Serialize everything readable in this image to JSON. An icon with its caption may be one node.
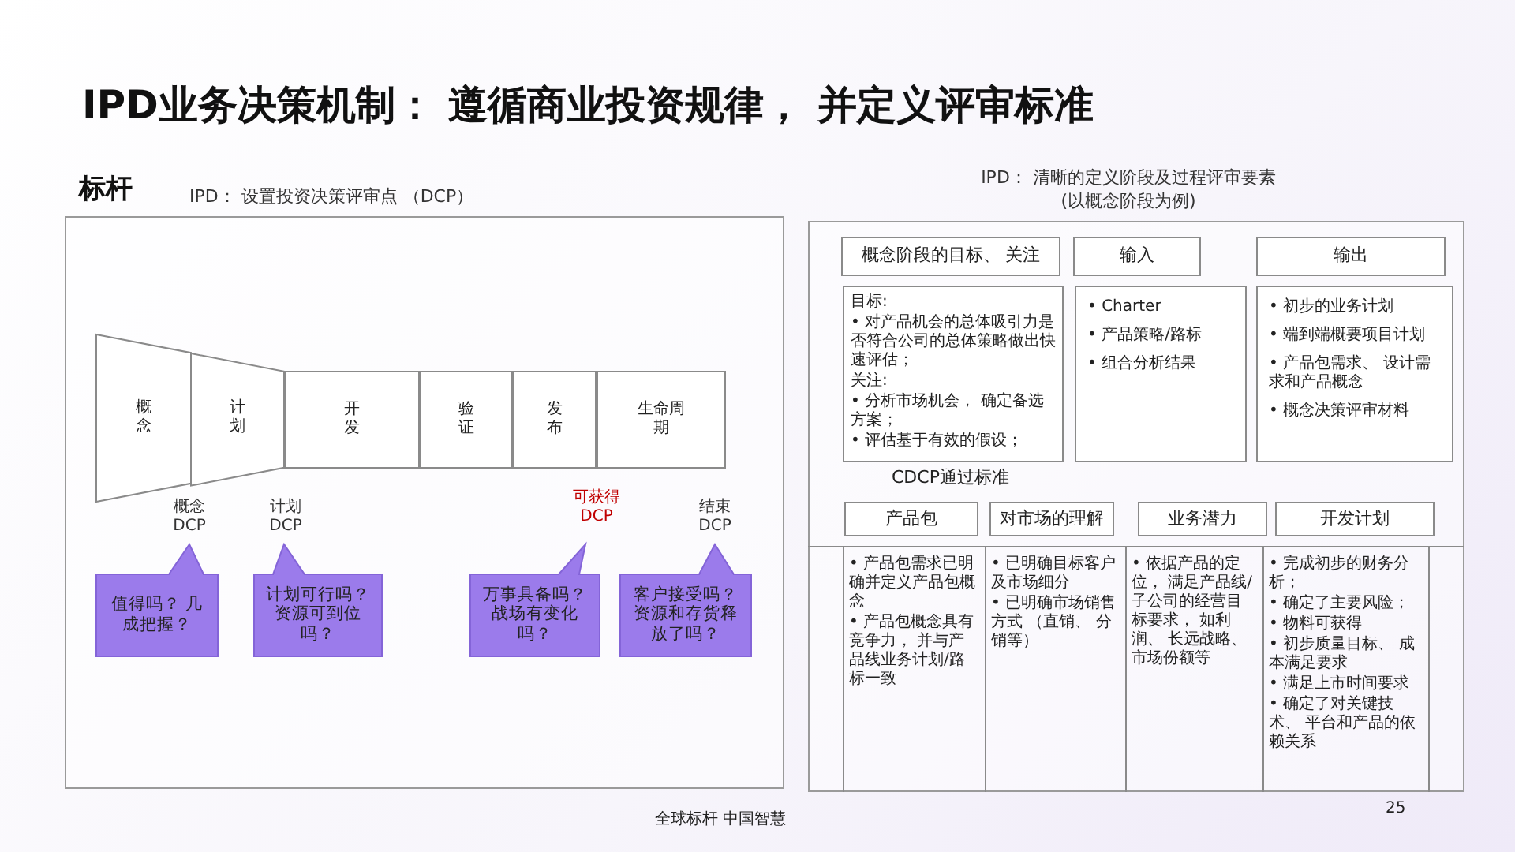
{
  "diagram": {
    "title": "IPD业务决策机制： 遵循商业投资规律， 并定义评审标准",
    "nodes": [
      {
        "text": [],
        "shape": "box"
      },
      {
        "text": [
          "概念"
        ],
        "in": 0
      },
      {
        "text": [
          "计划"
        ],
        "in": 0
      },
      {
        "text": [
          "开发"
        ],
        "in": 0
      },
      {
        "text": [
          "验证"
        ],
        "in": 0
      },
      {
        "text": [
          "发布"
        ],
        "in": 0
      },
      {
        "text": [
          "生命周期"
        ],
        "in": 0
      },
      {
        "text": [
          "值得吗？ 几成把握？"
        ],
        "in": 0
      },
      {
        "text": [
          "计划可行吗？资源可到位吗？"
        ],
        "in": 0
      },
      {
        "text": [
          "万事具备吗？战场有变化吗？"
        ],
        "in": 0
      },
      {
        "text": [
          "客户接受吗？资源和存货释放了吗？"
        ],
        "in": 0
      },
      {
        "text": [],
        "shape": "box"
      },
      {
        "text": [
          "概念阶段的目标、 关注"
        ],
        "in": 11
      },
      {
        "text": [
          "输入"
        ],
        "in": 11
      },
      {
        "text": [
          "输出"
        ],
        "in": 11
      },
      {
        "text": [
          "目标:",
          "• 对产品机会的总体吸引力是否符合公司的总体策略做出快速评估；",
          "关注:",
          "• 分析市场机会， 确定备选方案；",
          "• 评估基于有效的假设；"
        ],
        "in": 11
      },
      {
        "text": [
          "• Charter",
          "• 产品策略/路标",
          "• 组合分析结果"
        ],
        "in": 11
      },
      {
        "text": [
          "• 初步的业务计划",
          "• 端到端概要项目计划",
          "• 产品包需求、 设计需求和产品概念",
          "• 概念决策评审材料"
        ],
        "in": 11
      },
      {
        "text": [
          "产品包"
        ],
        "in": 11
      },
      {
        "text": [
          "对市场的理解"
        ],
        "in": 11
      },
      {
        "text": [
          "业务潜力"
        ],
        "in": 11
      },
      {
        "text": [
          "开发计划"
        ],
        "in": 11
      },
      {
        "text": [
          "• 产品包需求已明确并定义产品包概念",
          "• 产品包概念具有竞争力， 并与产品线业务计划/路标一致"
        ],
        "in": 11
      },
      {
        "text": [
          "• 已明确目标客户及市场细分",
          "• 已明确市场销售方式 （直销、 分销等）"
        ],
        "in": 11
      },
      {
        "text": [
          "• 依据产品的定位， 满足产品线/子公司的经营目标要求， 如利润、 长远战略、市场份额等"
        ],
        "in": 11
      },
      {
        "text": [
          "• 完成初步的财务分析；",
          "• 确定了主要风险；",
          "• 物料可获得",
          "• 初步质量目标、 成本满足要求",
          "• 满足上市时间要求",
          "• 确定了对关键技术、 平台和产品的依赖关系"
        ],
        "in": 11
      }
    ],
    "labels": [
      "标杆",
      "IPD： 设置投资决策评审点 （DCP）",
      "概念 DCP",
      "计划 DCP",
      "可获得 DCP",
      "结束 DCP",
      "IPD： 清晰的定义阶段及过程评审要素",
      "(以概念阶段为例)",
      "CDCP通过标准",
      "全球标杆 中国智慧",
      "25"
    ]
  }
}
